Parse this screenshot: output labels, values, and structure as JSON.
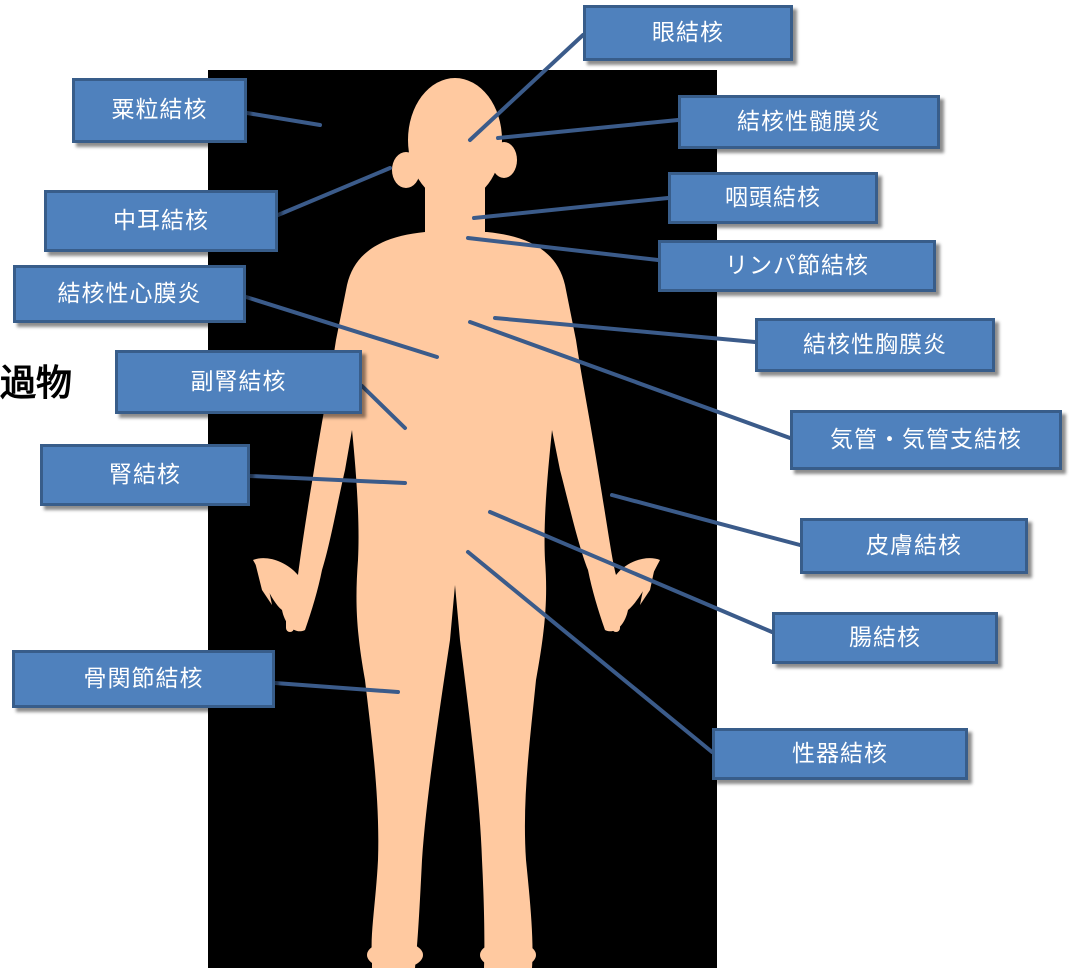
{
  "labels": {
    "miliary": "粟粒結核",
    "eye": "眼結核",
    "meningitis": "結核性髄膜炎",
    "middle_ear": "中耳結核",
    "pharynx": "咽頭結核",
    "lymph": "リンパ節結核",
    "pericarditis": "結核性心膜炎",
    "pleurisy": "結核性胸膜炎",
    "adrenal": "副腎結核",
    "bronchus": "気管・気管支結核",
    "kidney": "腎結核",
    "skin": "皮膚結核",
    "intestine": "腸結核",
    "bone_joint": "骨関節結核",
    "genital": "性器結核"
  },
  "stray_text": "過物",
  "colors": {
    "label_fill": "#4f81bd",
    "label_border": "#385d8a",
    "leader_line": "#3b5b8a",
    "body": "#ffc9a0",
    "backdrop": "#000000"
  }
}
